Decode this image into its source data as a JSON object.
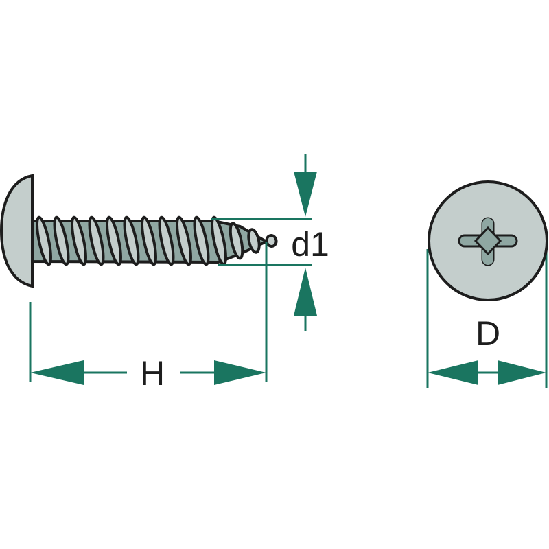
{
  "labels": {
    "height": "H",
    "thread_diameter": "d1",
    "head_diameter": "D"
  },
  "colors": {
    "dimension": "#1a7560",
    "metal_light": "#c4cecc",
    "metal_dark": "#8fa7a2",
    "outline": "#1d1d1d"
  }
}
